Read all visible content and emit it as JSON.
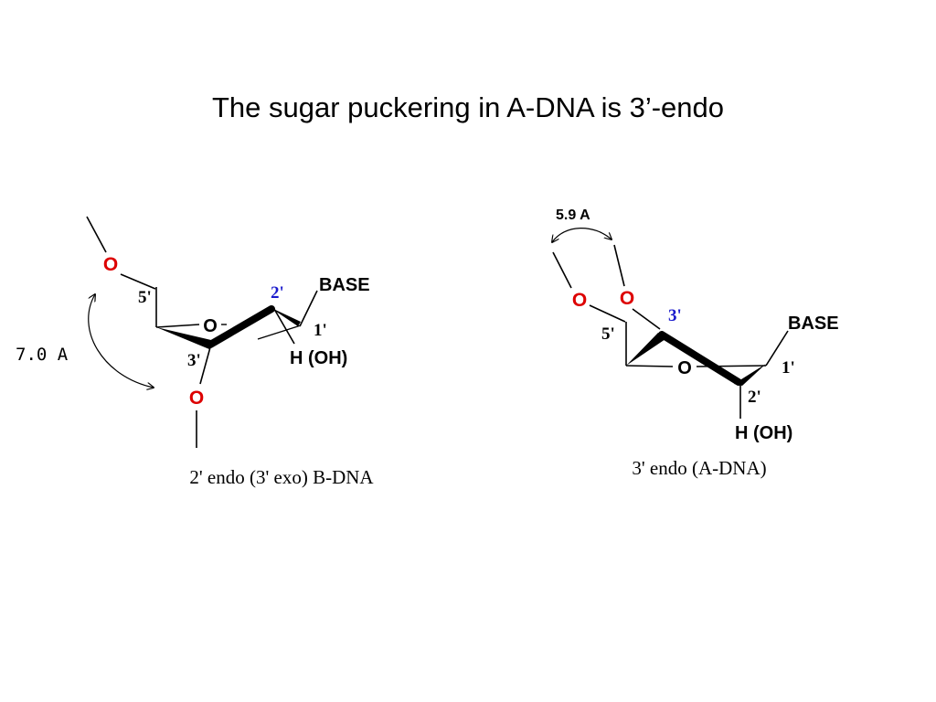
{
  "title": "The sugar puckering in A-DNA is 3’-endo",
  "colors": {
    "oxygen": "#dd0000",
    "label_blue": "#1a1acc",
    "ink": "#000000"
  },
  "left_structure": {
    "atom_o_top": "O",
    "atom_o_ring": "O",
    "atom_o_bottom": "O",
    "label_5": "5'",
    "label_2": "2'",
    "label_1": "1'",
    "label_3": "3'",
    "base": "BASE",
    "h_oh": "H (OH)",
    "distance": "7.0 A",
    "caption": "2' endo (3' exo) B-DNA"
  },
  "right_structure": {
    "atom_o_left": "O",
    "atom_o_right": "O",
    "atom_o_ring": "O",
    "label_5": "5'",
    "label_3": "3'",
    "label_1": "1'",
    "label_2": "2'",
    "base": "BASE",
    "h_oh": "H (OH)",
    "distance": "5.9 A",
    "caption": "3' endo (A-DNA)"
  }
}
